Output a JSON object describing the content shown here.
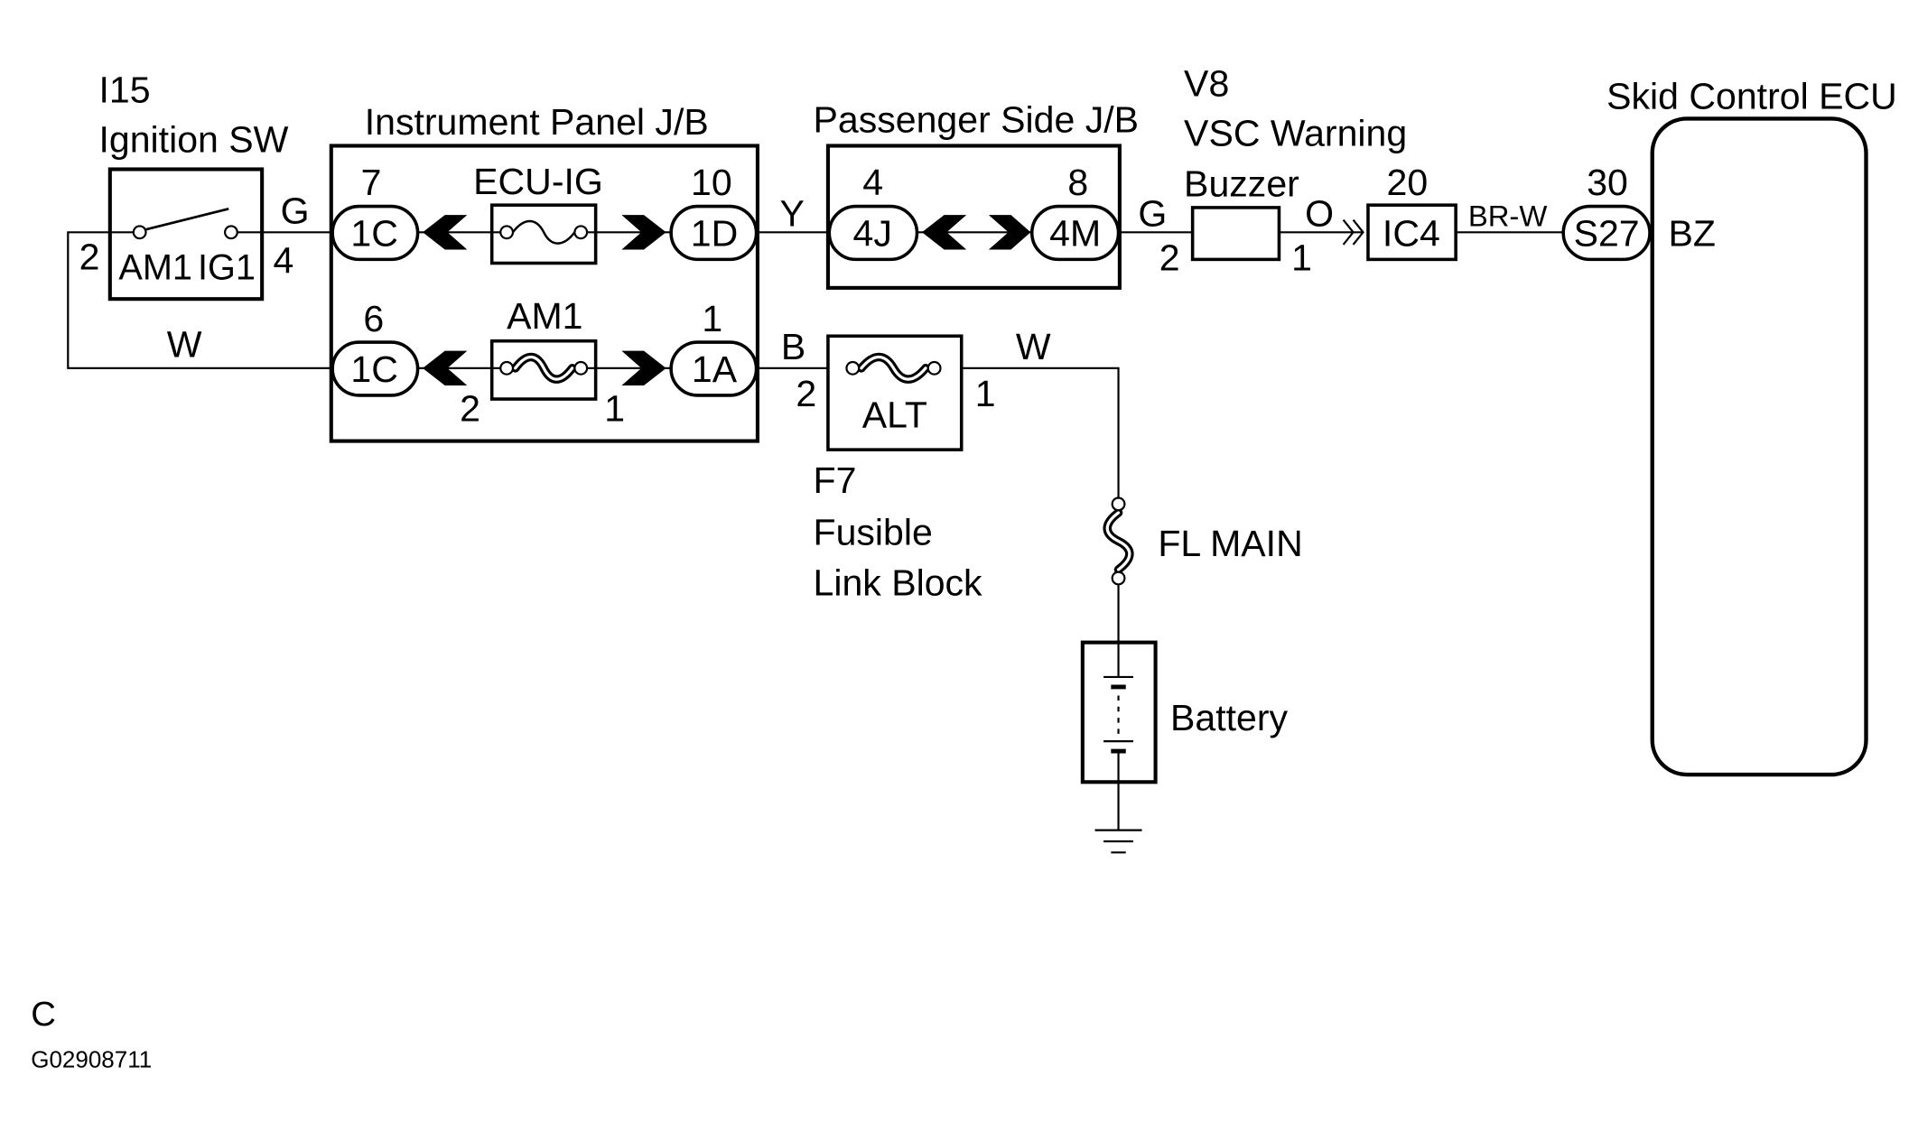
{
  "colors": {
    "ink": "#000000",
    "paper": "#ffffff"
  },
  "ignition_switch": {
    "code": "I15",
    "name": "Ignition SW",
    "terminal_left": "AM1",
    "terminal_right": "IG1",
    "pin_left": "2",
    "pin_right": "4"
  },
  "instrument_panel_jb": {
    "title": "Instrument Panel J/B",
    "upper": {
      "in_connector": "1C",
      "in_pin": "7",
      "fuse": "ECU-IG",
      "out_connector": "1D",
      "out_pin": "10"
    },
    "lower": {
      "in_connector": "1C",
      "in_pin": "6",
      "fuse": "AM1",
      "fuse_pin_left": "2",
      "fuse_pin_right": "1",
      "out_connector": "1A",
      "out_pin": "1"
    }
  },
  "passenger_side_jb": {
    "title": "Passenger Side J/B",
    "in_connector": "4J",
    "in_pin": "4",
    "out_connector": "4M",
    "out_pin": "8"
  },
  "buzzer": {
    "code": "V8",
    "name_line1": "VSC Warning",
    "name_line2": "Buzzer",
    "pin_in": "2",
    "pin_out": "1"
  },
  "junction_connector": {
    "label": "IC4",
    "pin": "20"
  },
  "skid_control_ecu": {
    "title": "Skid Control ECU",
    "connector": "S27",
    "pin": "30",
    "terminal": "BZ"
  },
  "fusible_link_block": {
    "code": "F7",
    "name_line1": "Fusible",
    "name_line2": "Link Block",
    "fuse": "ALT",
    "pin_in": "2",
    "pin_out": "1"
  },
  "main_fuse": {
    "label": "FL MAIN"
  },
  "battery": {
    "label": "Battery"
  },
  "wire_colors": {
    "ignition_to_jb": "G",
    "ignition_return": "W",
    "jb_to_passenger_jb": "Y",
    "passenger_jb_to_buzzer": "G",
    "buzzer_to_junction": "O",
    "junction_to_ecu": "BR-W",
    "jb_to_alt": "B",
    "alt_to_main_fuse": "W"
  },
  "footer": {
    "section": "C",
    "figure_id": "G02908711"
  }
}
